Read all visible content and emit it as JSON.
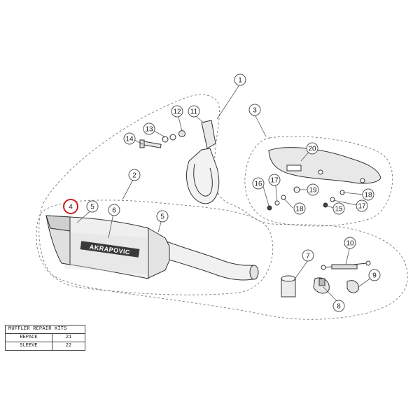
{
  "diagram": {
    "highlight_color": "#cc1f1f",
    "logo_text": "AKRAPOVIC",
    "callouts": [
      {
        "id": "1",
        "label": "1"
      },
      {
        "id": "2",
        "label": "2"
      },
      {
        "id": "3",
        "label": "3"
      },
      {
        "id": "4",
        "label": "4",
        "highlighted": true
      },
      {
        "id": "5a",
        "label": "5"
      },
      {
        "id": "5b",
        "label": "5"
      },
      {
        "id": "6",
        "label": "6"
      },
      {
        "id": "7",
        "label": "7"
      },
      {
        "id": "8",
        "label": "8"
      },
      {
        "id": "9",
        "label": "9"
      },
      {
        "id": "10",
        "label": "10"
      },
      {
        "id": "11",
        "label": "11"
      },
      {
        "id": "12",
        "label": "12"
      },
      {
        "id": "13",
        "label": "13"
      },
      {
        "id": "14",
        "label": "14"
      },
      {
        "id": "15",
        "label": "15"
      },
      {
        "id": "16",
        "label": "16"
      },
      {
        "id": "17a",
        "label": "17"
      },
      {
        "id": "17b",
        "label": "17"
      },
      {
        "id": "18a",
        "label": "18"
      },
      {
        "id": "18b",
        "label": "18"
      },
      {
        "id": "19",
        "label": "19"
      },
      {
        "id": "20",
        "label": "20"
      }
    ]
  },
  "repair_kits": {
    "title": "MUFFLER REPAIR KITS",
    "rows": [
      {
        "name": "REPACK",
        "number": "21"
      },
      {
        "name": "SLEEVE",
        "number": "22"
      }
    ]
  }
}
